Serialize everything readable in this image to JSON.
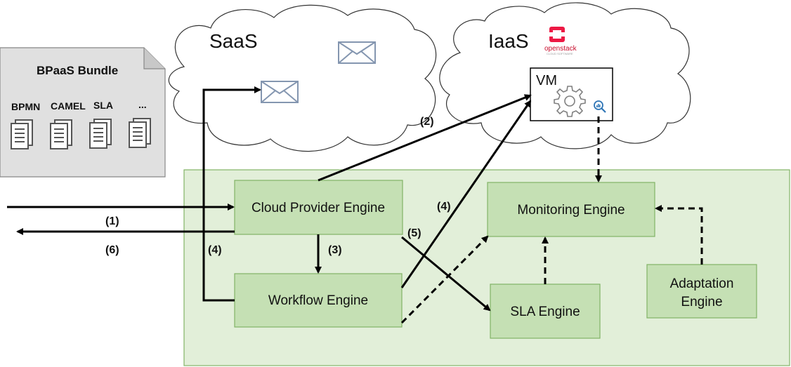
{
  "clouds": {
    "saas": "SaaS",
    "iaas": "IaaS"
  },
  "openstack": {
    "name_open": "open",
    "name_stack": "stack",
    "tagline": "CLOUD SOFTWARE"
  },
  "vm": {
    "label": "VM"
  },
  "bundle": {
    "title": "BPaaS Bundle",
    "items": [
      "BPMN",
      "CAMEL",
      "SLA",
      "..."
    ]
  },
  "engines": {
    "cloud_provider": "Cloud Provider Engine",
    "workflow": "Workflow Engine",
    "monitoring": "Monitoring Engine",
    "sla": "SLA Engine",
    "adaptation_line1": "Adaptation",
    "adaptation_line2": "Engine"
  },
  "steps": {
    "s1": "(1)",
    "s2": "(2)",
    "s3": "(3)",
    "s4a": "(4)",
    "s4b": "(4)",
    "s5": "(5)",
    "s6": "(6)"
  },
  "colors": {
    "platform_fill": "#e2efd9",
    "platform_stroke": "#82b366",
    "engine_fill": "#c5e0b4",
    "engine_stroke": "#82b366",
    "bundle_fill": "#e0e0e0",
    "cloud_stroke": "#333333",
    "envelope_stroke": "#8496b0"
  },
  "icons": [
    "envelope-icon",
    "gear-icon",
    "monitor-magnifier-icon",
    "openstack-logo",
    "document-icon"
  ]
}
